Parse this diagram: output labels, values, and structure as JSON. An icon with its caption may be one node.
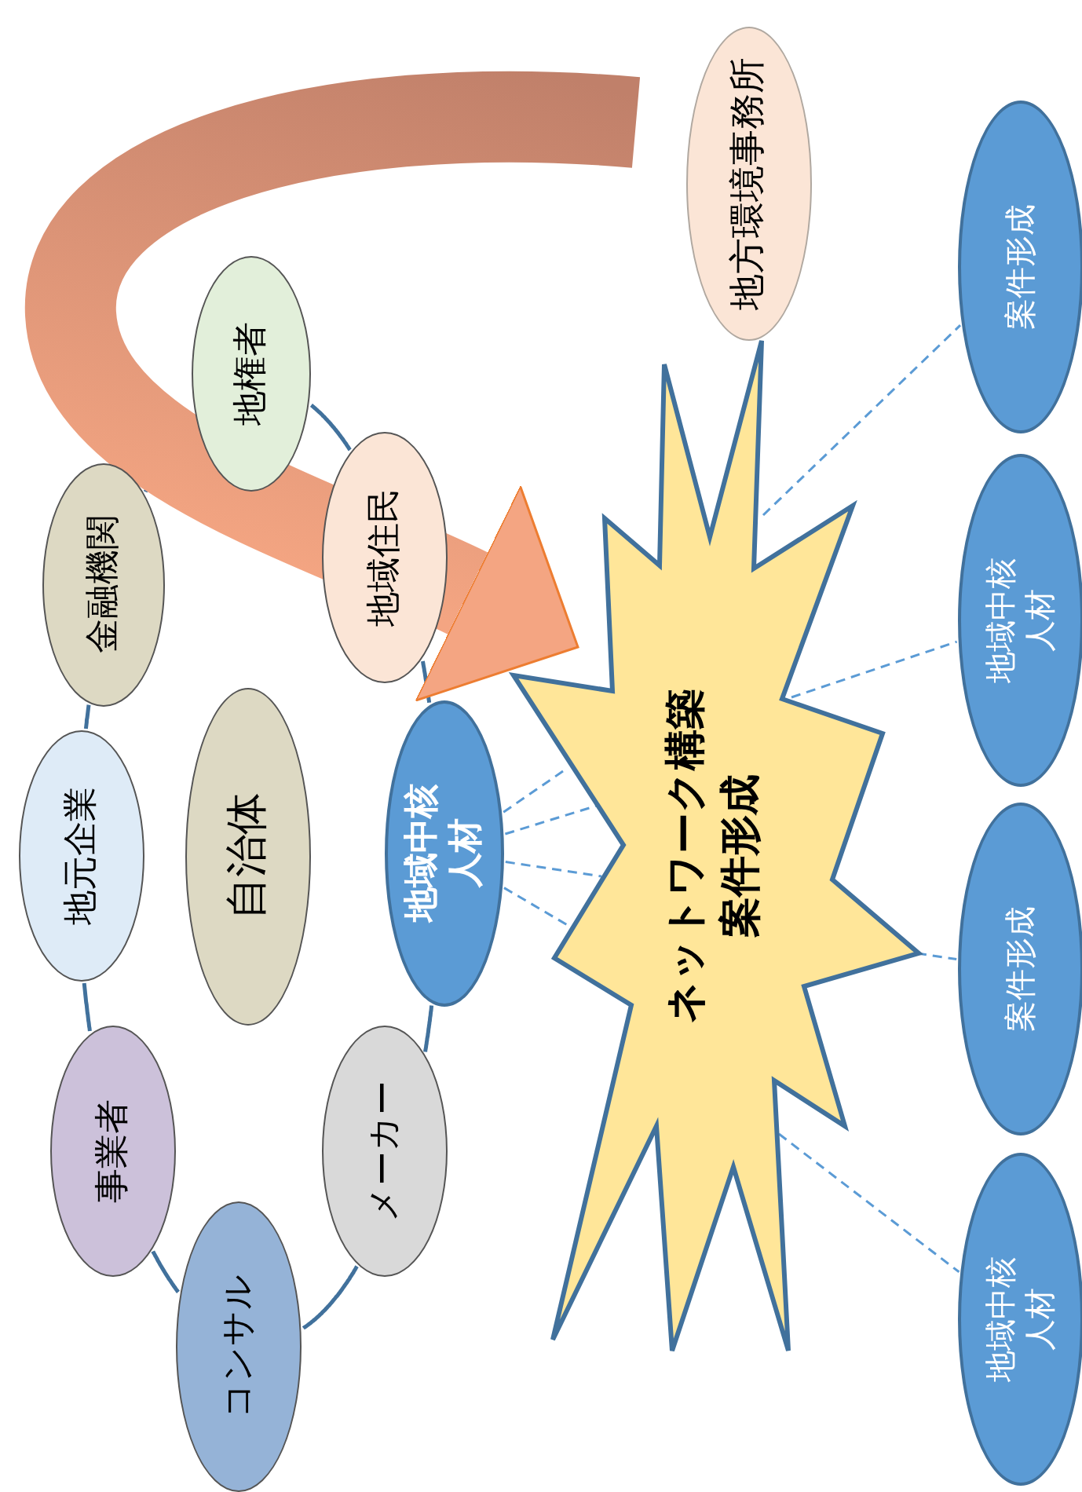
{
  "diagram": {
    "nodes": [
      {
        "text": [
          "地方環境事務所"
        ]
      },
      {
        "text": [
          "地権者"
        ]
      },
      {
        "text": [
          "金融機関"
        ]
      },
      {
        "text": [
          "地域住民"
        ]
      },
      {
        "text": [
          "地元企業"
        ]
      },
      {
        "text": [
          "自治体"
        ]
      },
      {
        "text": [
          "地域中核人材"
        ]
      },
      {
        "text": [
          "事業者"
        ]
      },
      {
        "text": [
          "メーカー"
        ]
      },
      {
        "text": [
          "コンサル"
        ]
      },
      {
        "text": [
          "ネットワーク構築",
          "案件形成"
        ]
      },
      {
        "text": [
          "案件形成"
        ]
      },
      {
        "text": [
          "地域中核人材"
        ]
      },
      {
        "text": [
          "案件形成"
        ]
      },
      {
        "text": [
          "地域中核人材"
        ]
      }
    ],
    "edges": [
      {
        "from": 1,
        "to": 3,
        "arrow": "none"
      },
      {
        "from": 3,
        "to": 6,
        "arrow": "none"
      },
      {
        "from": 6,
        "to": 8,
        "arrow": "none"
      },
      {
        "from": 8,
        "to": 9,
        "arrow": "none"
      },
      {
        "from": 9,
        "to": 7,
        "arrow": "none"
      },
      {
        "from": 7,
        "to": 4,
        "arrow": "none"
      },
      {
        "from": 4,
        "to": 2,
        "arrow": "none"
      },
      {
        "from": 2,
        "to": 1,
        "arrow": "none"
      },
      {
        "from": 6,
        "to": 10,
        "arrow": "none",
        "style": "dashed",
        "color": "#5b9bd5"
      },
      {
        "from": 6,
        "to": 10,
        "arrow": "none",
        "style": "dashed",
        "color": "#5b9bd5"
      },
      {
        "from": 6,
        "to": 10,
        "arrow": "none",
        "style": "dashed",
        "color": "#5b9bd5"
      },
      {
        "from": 6,
        "to": 10,
        "arrow": "none",
        "style": "dashed",
        "color": "#5b9bd5"
      },
      {
        "from": 10,
        "to": 11,
        "arrow": "none",
        "style": "dashed",
        "color": "#5b9bd5"
      },
      {
        "from": 10,
        "to": 12,
        "arrow": "none",
        "style": "dashed",
        "color": "#5b9bd5"
      },
      {
        "from": 10,
        "to": 13,
        "arrow": "none",
        "style": "dashed",
        "color": "#5b9bd5"
      },
      {
        "from": 10,
        "to": 14,
        "arrow": "none",
        "style": "dashed",
        "color": "#5b9bd5"
      },
      {
        "from": null,
        "to": 10,
        "arrow": "to",
        "style": "thick",
        "color": "#c0806a"
      }
    ]
  }
}
